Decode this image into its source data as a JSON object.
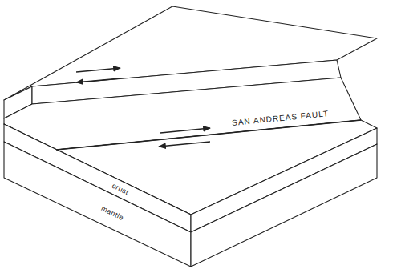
{
  "diagram": {
    "labels": [
      "SAN ANDREAS FAULT",
      "crust",
      "mantle"
    ]
  }
}
